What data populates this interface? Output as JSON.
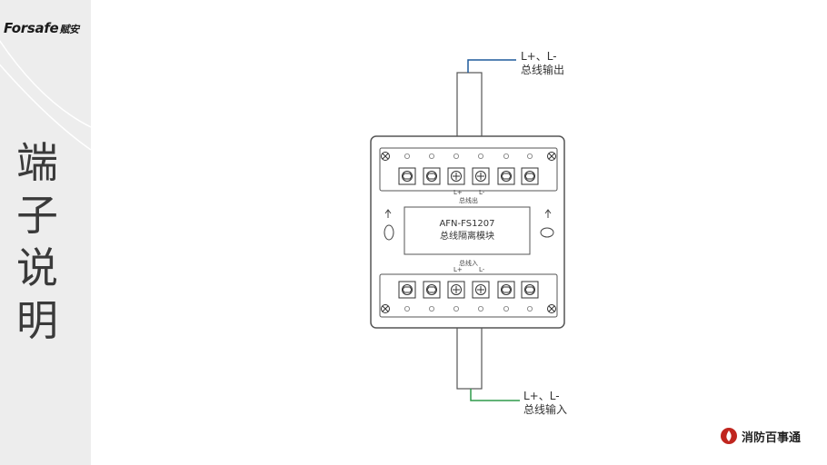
{
  "logo": {
    "text": "Forsafe",
    "cn": "赋安"
  },
  "section_title": [
    "端",
    "子",
    "说",
    "明"
  ],
  "output_label": {
    "line1": "L+、L-",
    "line2": "总线输出"
  },
  "input_label": {
    "line1": "L+、L-",
    "line2": "总线输入"
  },
  "device": {
    "model": "AFN-FS1207",
    "name": "总线隔离模块"
  },
  "top_terminals": {
    "lplus": "L+",
    "lminus": "L-",
    "caption": "总线出"
  },
  "bottom_terminals": {
    "caption": "总线入",
    "lplus": "L+",
    "lminus": "L-"
  },
  "brand": {
    "text": "消防百事通"
  },
  "colors": {
    "output_wire": "#1f5a9c",
    "input_wire": "#2e9a4a",
    "outline": "#555555"
  }
}
